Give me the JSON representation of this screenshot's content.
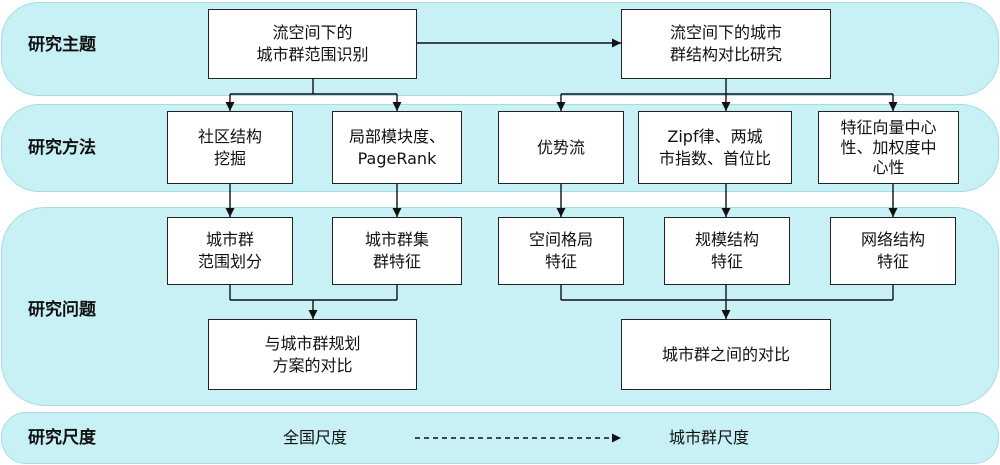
{
  "rows": {
    "topic": "研究主题",
    "method": "研究方法",
    "question": "研究问题",
    "scale": "研究尺度"
  },
  "topics": {
    "identify": [
      "流空间下的",
      "城市群范围识别"
    ],
    "compare": [
      "流空间下的城市",
      "群结构对比研究"
    ]
  },
  "methods": {
    "community": [
      "社区结构",
      "挖掘"
    ],
    "modularity": [
      "局部模块度、",
      "PageRank"
    ],
    "dominant_flow": [
      "优势流"
    ],
    "zipf": [
      "Zipf律、两城",
      "市指数、首位比"
    ],
    "centrality": [
      "特征向量中心",
      "性、加权度中",
      "心性"
    ]
  },
  "questions": {
    "range": [
      "城市群",
      "范围划分"
    ],
    "cluster": [
      "城市群集",
      "群特征"
    ],
    "spatial": [
      "空间格局",
      "特征"
    ],
    "size": [
      "规模结构",
      "特征"
    ],
    "network": [
      "网络结构",
      "特征"
    ],
    "planning": [
      "与城市群规划",
      "方案的对比"
    ],
    "between": [
      "城市群之间的对比"
    ]
  },
  "scale": {
    "from": "全国尺度",
    "to": "城市群尺度"
  }
}
